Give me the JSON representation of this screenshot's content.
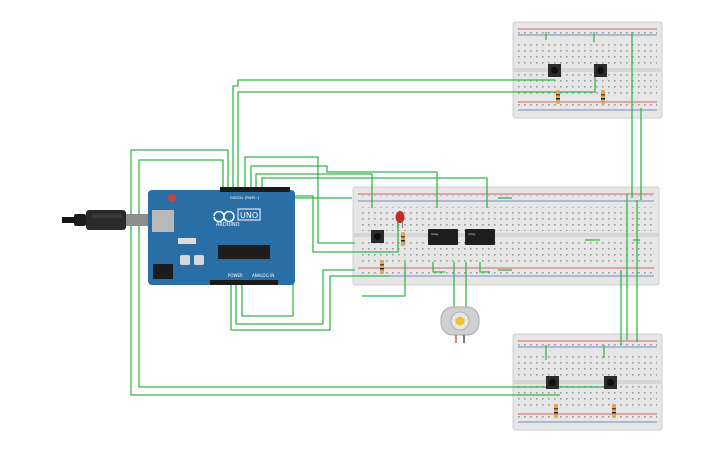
{
  "arduino": {
    "brand": "ARDUINO",
    "model": "UNO",
    "digital_label": "DIGITAL (PWM~)",
    "power_label": "POWER",
    "analog_label": "ANALOG IN",
    "logo": "infinity-logo"
  },
  "relays": [
    {
      "label": "relay"
    },
    {
      "label": "relay"
    }
  ],
  "colors": {
    "wire": "#32b849",
    "breadboard": "#e4e4e4",
    "board": "#2a6ea6",
    "rail_red": "#d13a3a",
    "rail_blue": "#4d6fb8",
    "led": "#c42a2a",
    "relay": "#1e1e1e",
    "motor": "#d0d0d0"
  },
  "components": {
    "breadboards": 3,
    "pushbuttons": 5,
    "resistors": 6,
    "leds": 1,
    "relays": 2,
    "dc_motors": 1,
    "usb_cable": 1
  }
}
